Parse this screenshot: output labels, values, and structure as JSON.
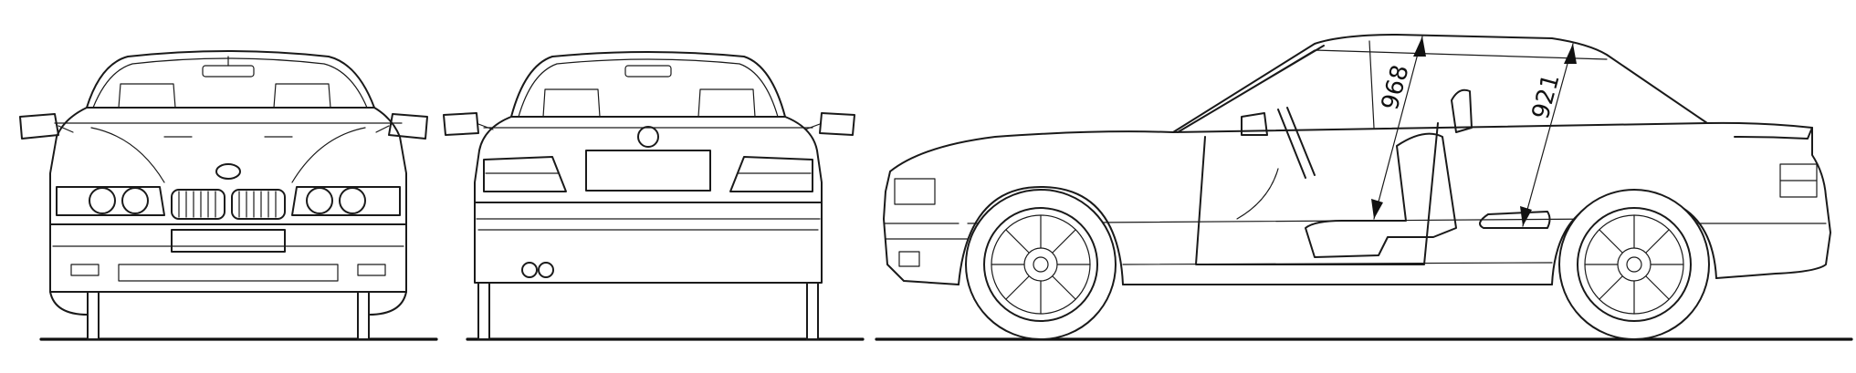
{
  "diagram": {
    "views": [
      "front",
      "rear",
      "side"
    ],
    "dimensions": {
      "front_headroom": "968",
      "rear_headroom": "921"
    },
    "colors": {
      "line": "#1a1a1a",
      "background": "#ffffff"
    }
  }
}
